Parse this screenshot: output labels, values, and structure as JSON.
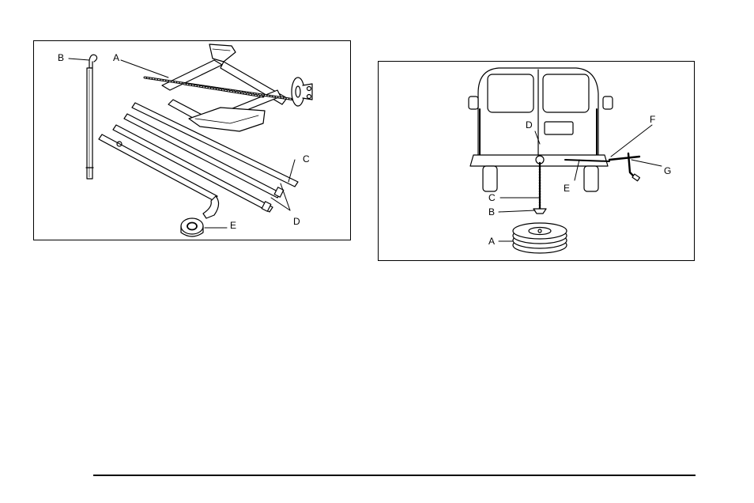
{
  "figure_left": {
    "callouts": {
      "a": "A",
      "b": "B",
      "c": "C",
      "d": "D",
      "e": "E"
    }
  },
  "figure_right": {
    "callouts": {
      "a": "A",
      "b": "B",
      "c": "C",
      "d": "D",
      "e": "E",
      "f": "F",
      "g": "G"
    }
  },
  "colors": {
    "ink": "#000000",
    "paper": "#ffffff"
  }
}
